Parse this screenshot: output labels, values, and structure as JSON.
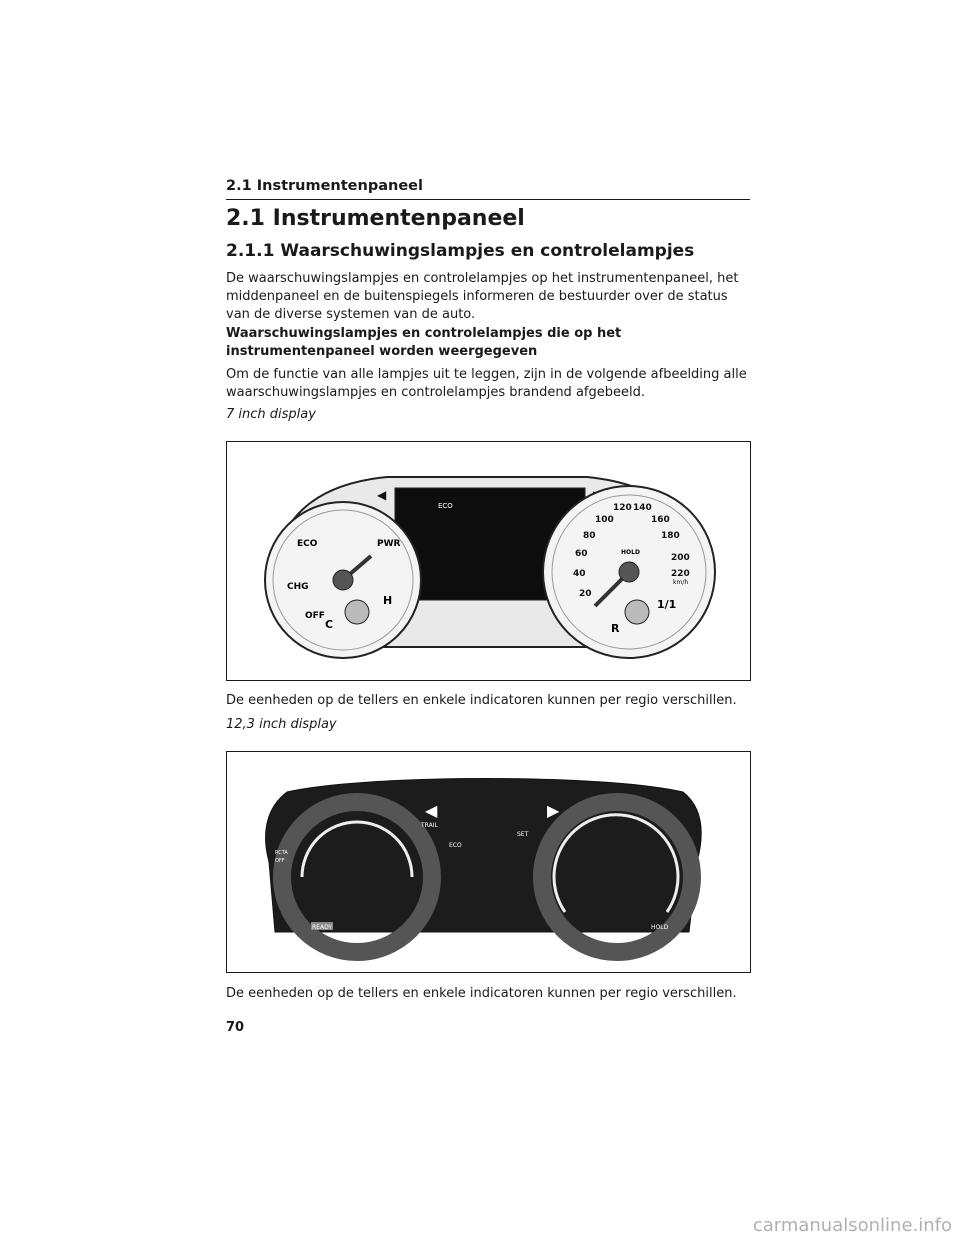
{
  "running_head": "2.1  Instrumentenpaneel",
  "heading_1": "2.1  Instrumentenpaneel",
  "heading_2": "2.1.1  Waarschuwingslampjes en controlelampjes",
  "intro_paragraph": "De waarschuwingslampjes en controlelampjes op het instrumentenpaneel, het middenpaneel en de buitenspiegels informeren de bestuurder over de status van de diverse systemen van de auto.",
  "bold_heading": "Waarschuwingslampjes en controlelampjes die op het instrumentenpaneel worden weergegeven",
  "explanation": "Om de functie van alle lampjes uit te leggen, zijn in de volgende afbeelding alle waarschuwingslampjes en controlelampjes brandend afgebeeld.",
  "figure_1": {
    "label": "7 inch display",
    "caption": "De eenheden op de tellers en enkele indicatoren kunnen per regio verschillen.",
    "left_gauge": {
      "labels": [
        "ECO",
        "PWR",
        "CHG",
        "OFF",
        "C",
        "H"
      ]
    },
    "right_gauge": {
      "speed_labels": [
        "20",
        "40",
        "60",
        "80",
        "100",
        "120",
        "140",
        "160",
        "180",
        "200",
        "220"
      ],
      "unit": "km/h",
      "fuel_labels": [
        "R",
        "1/1"
      ],
      "hold": "HOLD"
    },
    "center_text": "ECO"
  },
  "figure_2": {
    "label": "12,3 inch display",
    "caption": "De eenheden op de tellers en enkele indicatoren kunnen per regio verschillen.",
    "texts": {
      "trail": "TRAIL",
      "eco": "ECO",
      "set": "SET",
      "ready": "READY",
      "hold": "HOLD",
      "rcta": "RCTA",
      "off": "OFF"
    }
  },
  "page_number": "70",
  "watermark": "carmanualsonline.info",
  "colors": {
    "text": "#1a1a1a",
    "panel_dark": "#1c1c1c",
    "gauge_light": "#e6e6e6",
    "display_black": "#0d0d0d"
  }
}
